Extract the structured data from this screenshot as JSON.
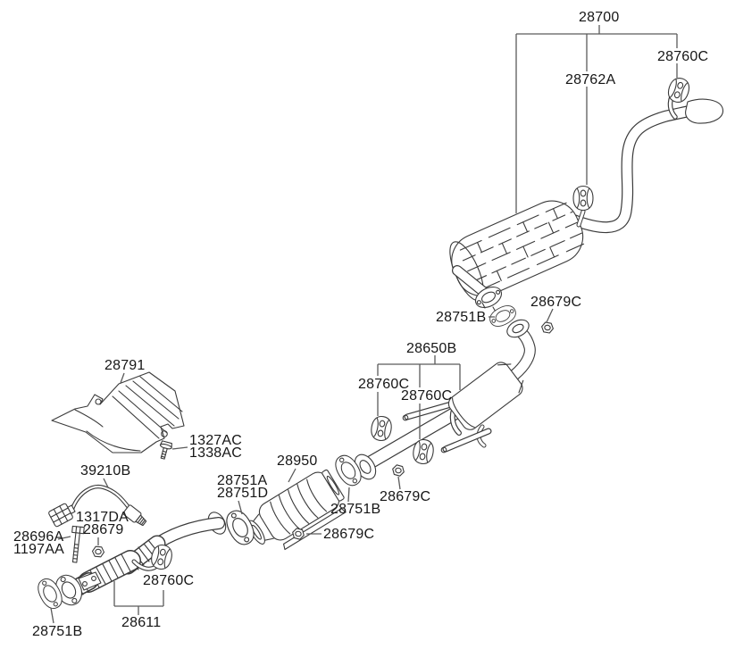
{
  "colors": {
    "background": "#ffffff",
    "artwork_line": "#3a3a3a",
    "leader_line": "#5a5a5a",
    "text": "#161616"
  },
  "callouts": [
    {
      "text": "28700"
    },
    {
      "text": "28760C"
    },
    {
      "text": "28762A"
    },
    {
      "text": "28679C"
    },
    {
      "text": "28751B"
    },
    {
      "text": "28650B"
    },
    {
      "text": "28760C"
    },
    {
      "text": "28760C"
    },
    {
      "text": "28791"
    },
    {
      "text": "1327AC"
    },
    {
      "text": "1338AC"
    },
    {
      "text": "39210B"
    },
    {
      "text": "28950"
    },
    {
      "text": "28751A"
    },
    {
      "text": "28751D"
    },
    {
      "text": "28679C"
    },
    {
      "text": "28751B"
    },
    {
      "text": "28679C"
    },
    {
      "text": "1317DA"
    },
    {
      "text": "28679"
    },
    {
      "text": "28696A"
    },
    {
      "text": "1197AA"
    },
    {
      "text": "28760C"
    },
    {
      "text": "28611"
    },
    {
      "text": "28751B"
    }
  ]
}
